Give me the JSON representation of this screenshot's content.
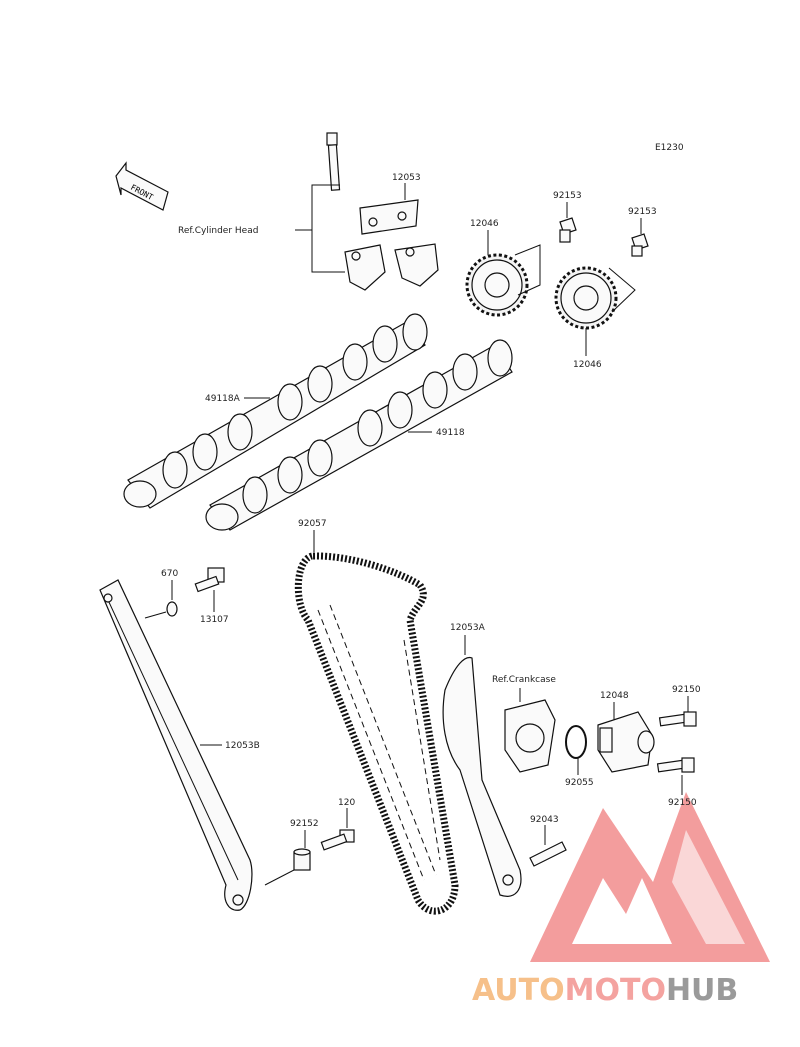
{
  "diagram_code": "E1230",
  "front_label": "FRONT",
  "ref_labels": {
    "cylinder_head": "Ref.Cylinder Head",
    "crankcase": "Ref.Crankcase"
  },
  "parts": {
    "p12053": "12053",
    "p92153_a": "92153",
    "p92153_b": "92153",
    "p12046_a": "12046",
    "p12046_b": "12046",
    "p49118A": "49118A",
    "p49118": "49118",
    "p92057": "92057",
    "p670": "670",
    "p13107": "13107",
    "p12053A": "12053A",
    "p12048": "12048",
    "p92150_a": "92150",
    "p92150_b": "92150",
    "p92055": "92055",
    "p12053B": "12053B",
    "p120": "120",
    "p92152": "92152",
    "p92043": "92043"
  },
  "watermark": {
    "word_a": "AUTO",
    "word_b": "MOTO",
    "word_c": "HUB",
    "color_a": "#f6c08a",
    "color_b": "#f4a3a0",
    "color_c": "#9a9a9a",
    "logo_color": "#f28c8c"
  }
}
